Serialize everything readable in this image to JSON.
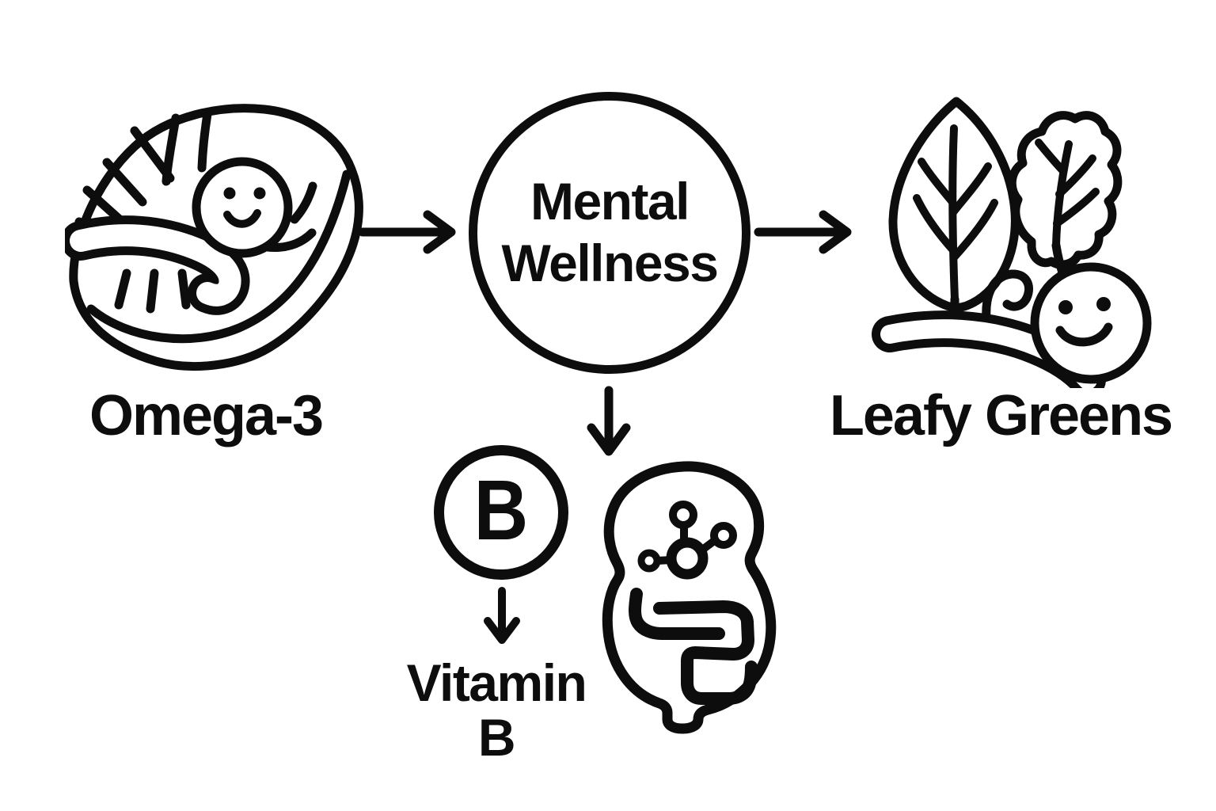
{
  "canvas": {
    "background": "#ffffff",
    "ink": "#0d0d0d"
  },
  "diagram": {
    "center": {
      "line1": "Mental",
      "line2": "Wellness",
      "shape": "circle-node"
    },
    "left": {
      "label": "Omega-3",
      "icon": "salmon-steak-smiley"
    },
    "right": {
      "label": "Leafy Greens",
      "icon": "leafy-greens-smiley"
    },
    "bottom": {
      "badge_letter": "B",
      "label_line1": "Vitamin",
      "label_line2": "B",
      "icon": "gut-with-molecule"
    },
    "edges": [
      {
        "from": "omega-3",
        "to": "mental-wellness",
        "direction": "right"
      },
      {
        "from": "mental-wellness",
        "to": "leafy-greens",
        "direction": "right"
      },
      {
        "from": "mental-wellness",
        "to": "gut-vitamin-b",
        "direction": "down"
      },
      {
        "from": "vitamin-b-badge",
        "to": "vitamin-b-label",
        "direction": "down"
      }
    ]
  }
}
